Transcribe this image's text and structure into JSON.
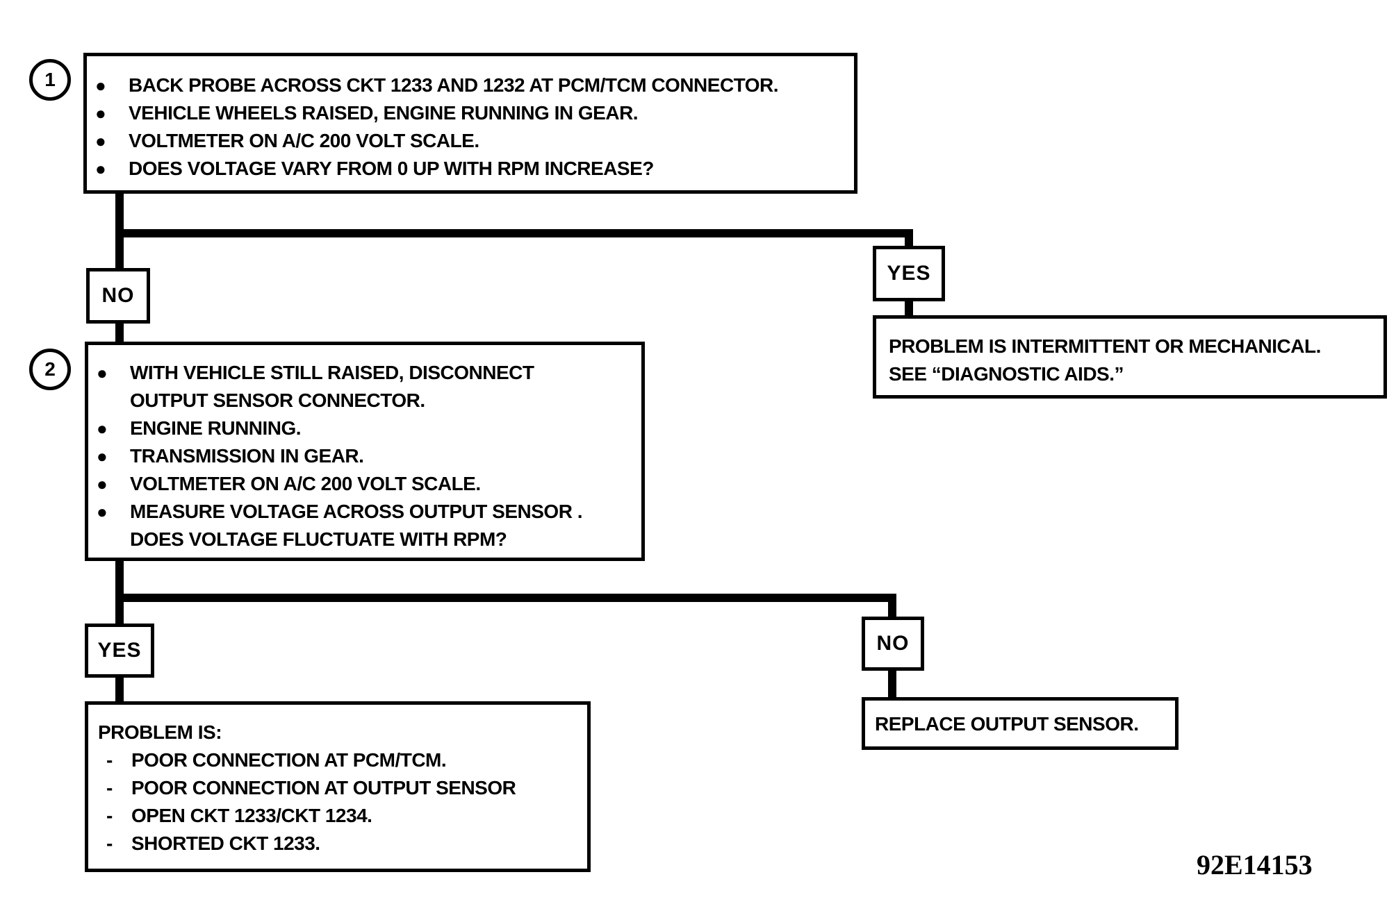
{
  "steps": [
    {
      "number": "1",
      "lines": [
        "BACK PROBE ACROSS CKT 1233 AND 1232 AT PCM/TCM CONNECTOR.",
        "VEHICLE WHEELS RAISED, ENGINE RUNNING IN GEAR.",
        "VOLTMETER ON A/C 200 VOLT SCALE.",
        "DOES VOLTAGE VARY FROM 0 UP WITH RPM INCREASE?"
      ]
    },
    {
      "number": "2",
      "bullets": [
        [
          "WITH VEHICLE STILL RAISED, DISCONNECT",
          "OUTPUT SENSOR CONNECTOR."
        ],
        [
          "ENGINE RUNNING."
        ],
        [
          "TRANSMISSION IN GEAR."
        ],
        [
          "VOLTMETER ON A/C 200 VOLT SCALE."
        ],
        [
          "MEASURE VOLTAGE ACROSS OUTPUT SENSOR .",
          "DOES VOLTAGE FLUCTUATE WITH RPM?"
        ]
      ]
    }
  ],
  "branches": {
    "step1_no": "NO",
    "step1_yes": "YES",
    "step2_yes": "YES",
    "step2_no": "NO"
  },
  "outcomes": {
    "intermittent": [
      "PROBLEM IS INTERMITTENT OR MECHANICAL.",
      "SEE “DIAGNOSTIC AIDS.”"
    ],
    "problem_is": {
      "heading": "PROBLEM IS:",
      "items": [
        "POOR CONNECTION AT PCM/TCM.",
        "POOR CONNECTION AT OUTPUT SENSOR",
        "OPEN CKT 1233/CKT 1234.",
        "SHORTED CKT 1233."
      ]
    },
    "replace": "REPLACE OUTPUT SENSOR."
  },
  "figure_id": "92E14153",
  "bullet_glyph": "●",
  "dash_glyph": "-"
}
